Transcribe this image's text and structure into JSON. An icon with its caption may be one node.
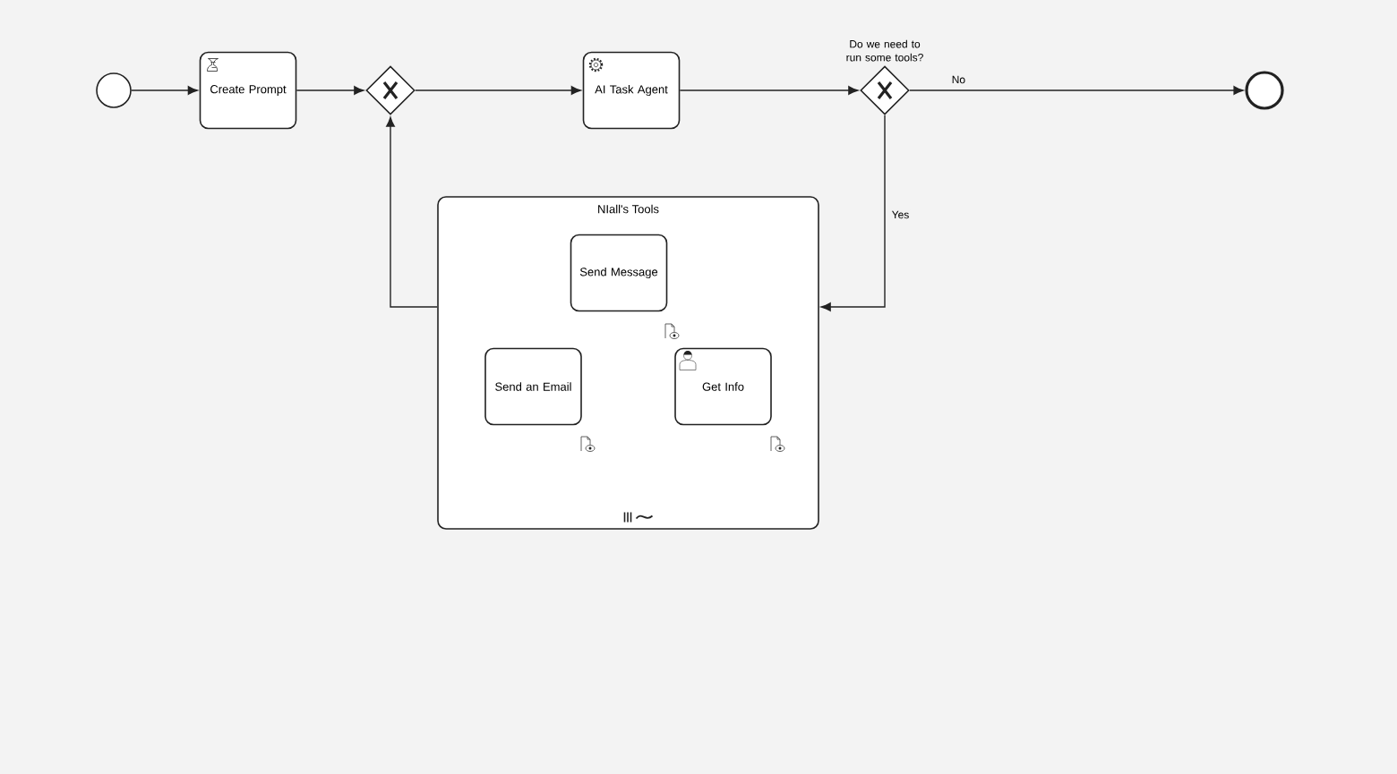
{
  "diagram": {
    "nodes": [
      {
        "text": [],
        "shape": "circle"
      },
      {
        "text": [
          "Create Prompt"
        ]
      },
      {
        "text": [],
        "shape": "diamond"
      },
      {
        "text": [
          "AI Task Agent"
        ]
      },
      {
        "text": [],
        "shape": "diamond",
        "beside": [
          "Do we need to run some tools?"
        ]
      },
      {
        "text": [],
        "shape": "circle"
      },
      {
        "text": [
          "NIall's Tools"
        ]
      },
      {
        "text": [
          "Send Message"
        ],
        "in": 6
      },
      {
        "text": [
          "Send an Email"
        ],
        "in": 6
      },
      {
        "text": [
          "Get Info"
        ],
        "in": 6
      }
    ],
    "edges": [
      {
        "from": 0,
        "to": 1,
        "arrow": "to"
      },
      {
        "from": 1,
        "to": 2,
        "arrow": "to"
      },
      {
        "from": 2,
        "to": 3,
        "arrow": "to"
      },
      {
        "from": 3,
        "to": 4,
        "arrow": "to"
      },
      {
        "from": 4,
        "to": 5,
        "arrow": "to",
        "label": "No"
      },
      {
        "from": 4,
        "to": 6,
        "arrow": "to",
        "label": "Yes"
      },
      {
        "from": 6,
        "to": 2,
        "arrow": "to"
      }
    ]
  }
}
